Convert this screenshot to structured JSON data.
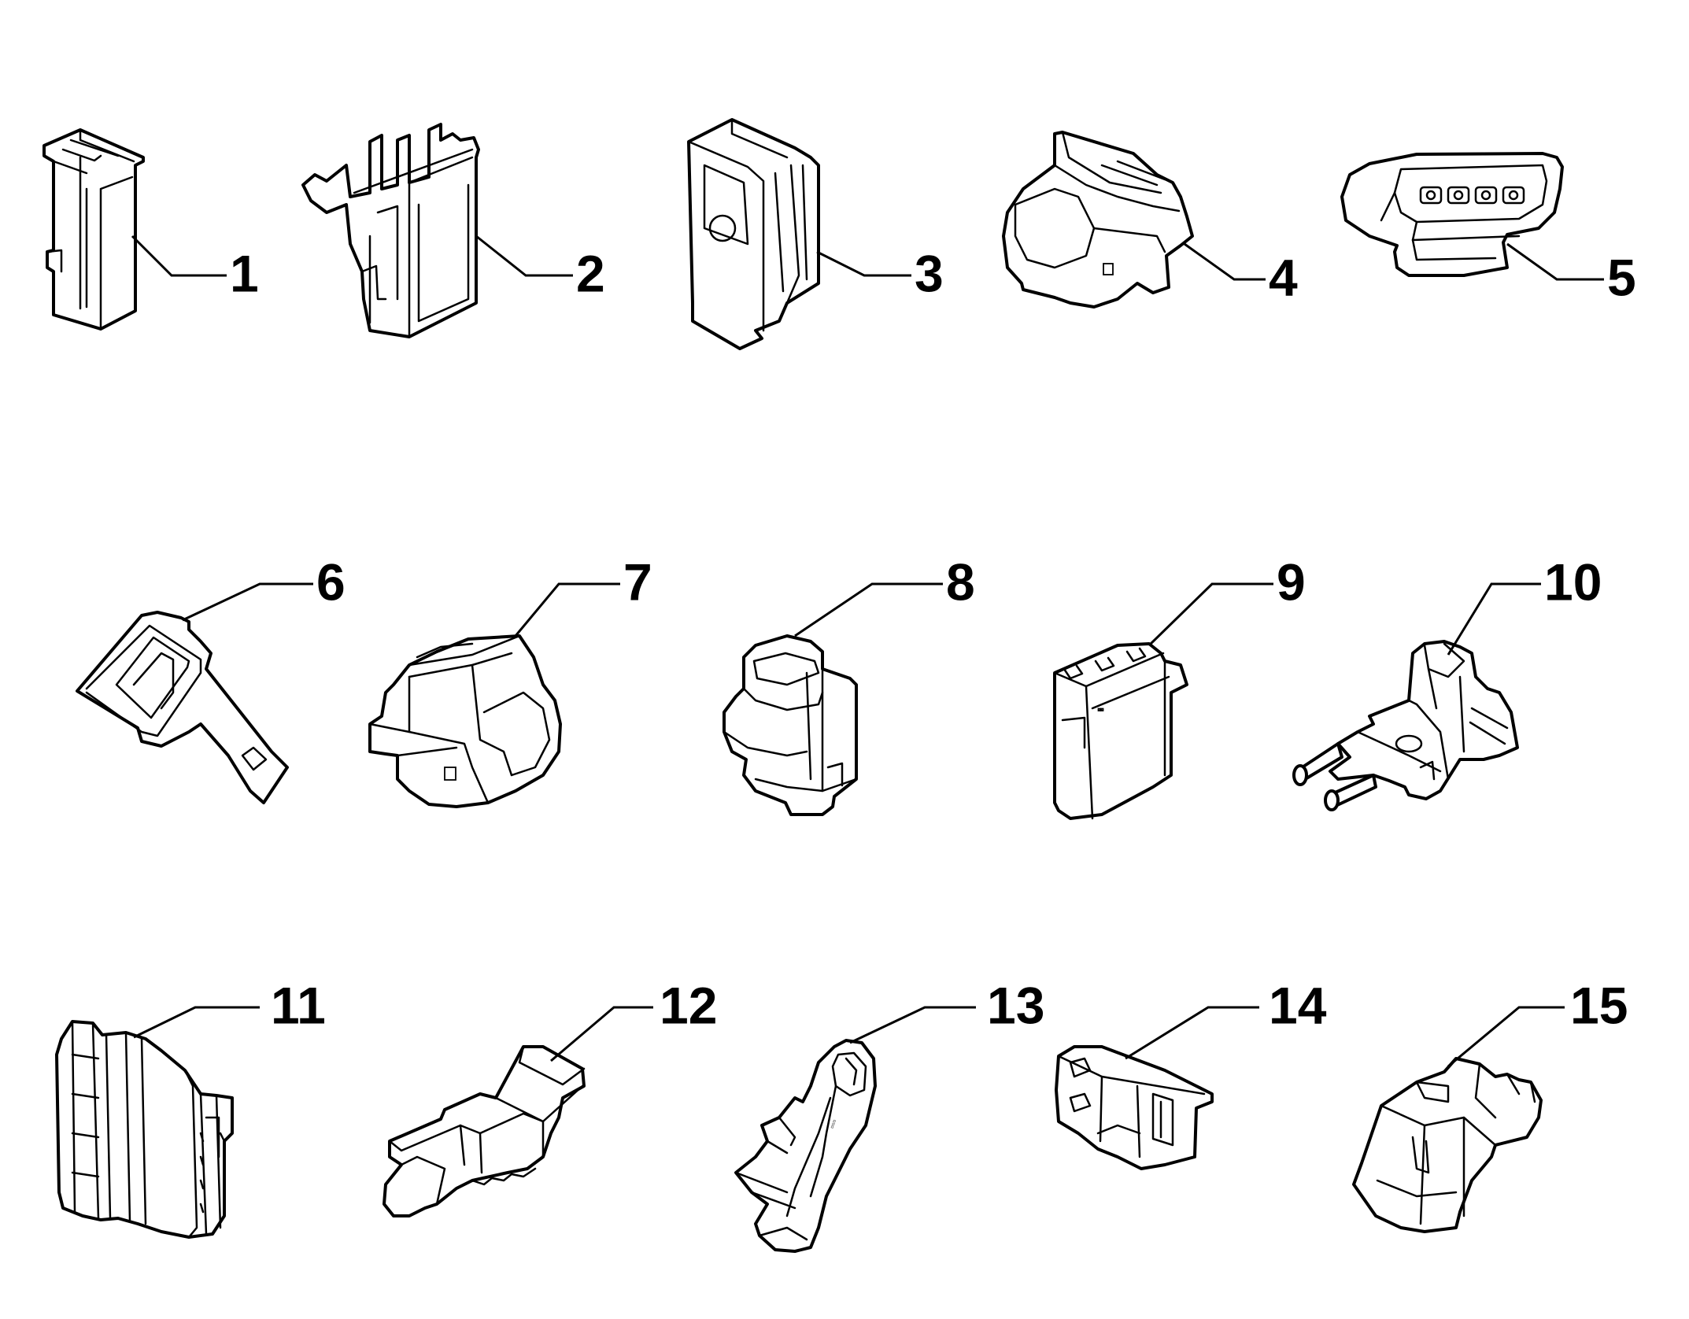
{
  "diagram": {
    "style": {
      "background": "#ffffff",
      "line_color": "#000000"
    },
    "callouts": [
      {
        "id": "1",
        "label": "1"
      },
      {
        "id": "2",
        "label": "2"
      },
      {
        "id": "3",
        "label": "3"
      },
      {
        "id": "4",
        "label": "4"
      },
      {
        "id": "5",
        "label": "5"
      },
      {
        "id": "6",
        "label": "6"
      },
      {
        "id": "7",
        "label": "7"
      },
      {
        "id": "8",
        "label": "8"
      },
      {
        "id": "9",
        "label": "9"
      },
      {
        "id": "10",
        "label": "10"
      },
      {
        "id": "11",
        "label": "11"
      },
      {
        "id": "12",
        "label": "12"
      },
      {
        "id": "13",
        "label": "13"
      },
      {
        "id": "14",
        "label": "14"
      },
      {
        "id": "15",
        "label": "15"
      }
    ]
  }
}
